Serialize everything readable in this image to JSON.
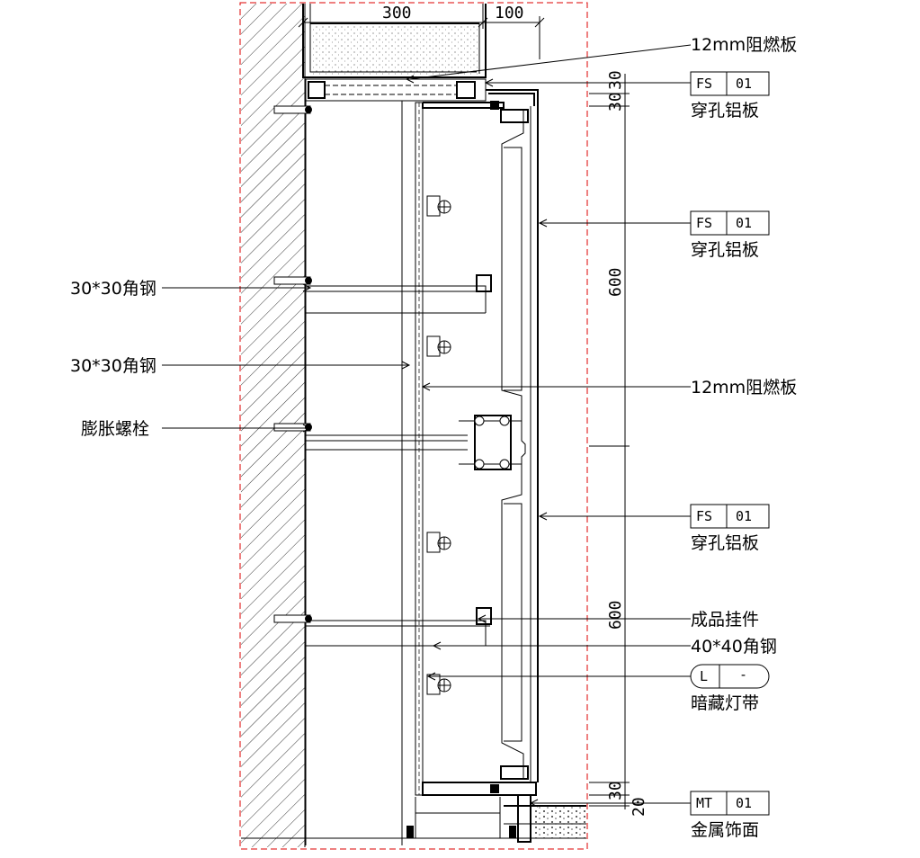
{
  "dimensions": {
    "top_width_a": "300",
    "top_width_b": "100",
    "top_v_a": "30",
    "top_v_b": "30",
    "mid_upper": "600",
    "mid_lower": "600",
    "bot_v_a": "30",
    "bot_v_b": "20"
  },
  "left_labels": {
    "angle_steel_1": "30*30角钢",
    "angle_steel_2": "30*30角钢",
    "expansion_bolt": "膨胀螺栓"
  },
  "right_labels": {
    "fire_board_top": "12mm阻燃板",
    "fire_board_mid": "12mm阻燃板",
    "hanger": "成品挂件",
    "angle_steel_40": "40*40角钢"
  },
  "tags": [
    {
      "code": "FS",
      "num": "01",
      "caption": "穿孔铝板"
    },
    {
      "code": "FS",
      "num": "01",
      "caption": "穿孔铝板"
    },
    {
      "code": "FS",
      "num": "01",
      "caption": "穿孔铝板"
    },
    {
      "code": "L",
      "num": "-",
      "caption": "暗藏灯带"
    },
    {
      "code": "MT",
      "num": "01",
      "caption": "金属饰面"
    }
  ]
}
